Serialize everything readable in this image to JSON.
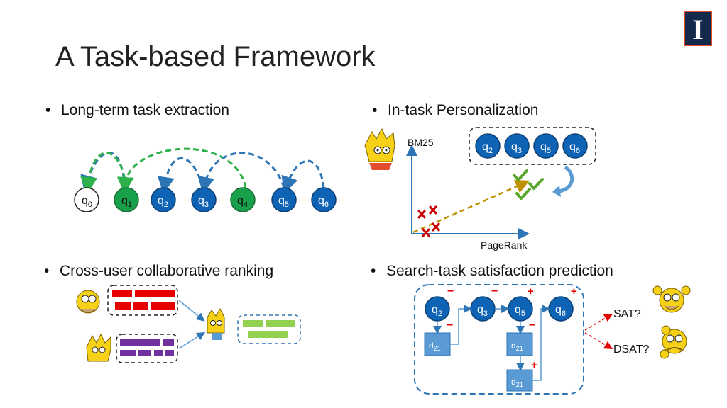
{
  "slide": {
    "title": "A Task-based Framework",
    "logo_letter": "I"
  },
  "sections": {
    "long_term": {
      "bullet": "Long-term task extraction"
    },
    "in_task": {
      "bullet": "In-task Personalization",
      "y_axis": "BM25",
      "x_axis": "PageRank"
    },
    "cross_user": {
      "bullet": "Cross-user collaborative ranking"
    },
    "satisfaction": {
      "bullet": "Search-task satisfaction prediction",
      "sat": "SAT?",
      "dsat": "DSAT?"
    }
  },
  "query_nodes": {
    "q0": {
      "base": "q",
      "sub": "0"
    },
    "q1": {
      "base": "q",
      "sub": "1"
    },
    "q2": {
      "base": "q",
      "sub": "2"
    },
    "q3": {
      "base": "q",
      "sub": "3"
    },
    "q4": {
      "base": "q",
      "sub": "4"
    },
    "q5": {
      "base": "q",
      "sub": "5"
    },
    "q6": {
      "base": "q",
      "sub": "6"
    }
  },
  "doc_nodes": {
    "d21": {
      "base": "d",
      "sub": "21"
    }
  },
  "colors": {
    "blue_node": "#0e63b5",
    "green_node": "#18a04a",
    "arrow_blue": "#2e75b6",
    "arrow_green": "#2db14a",
    "red": "#e60000",
    "purple": "#7030a0",
    "light_green": "#92d050",
    "doc_box": "#5b9bd5",
    "logo_bg": "#13294b",
    "logo_accent": "#e84a27"
  }
}
